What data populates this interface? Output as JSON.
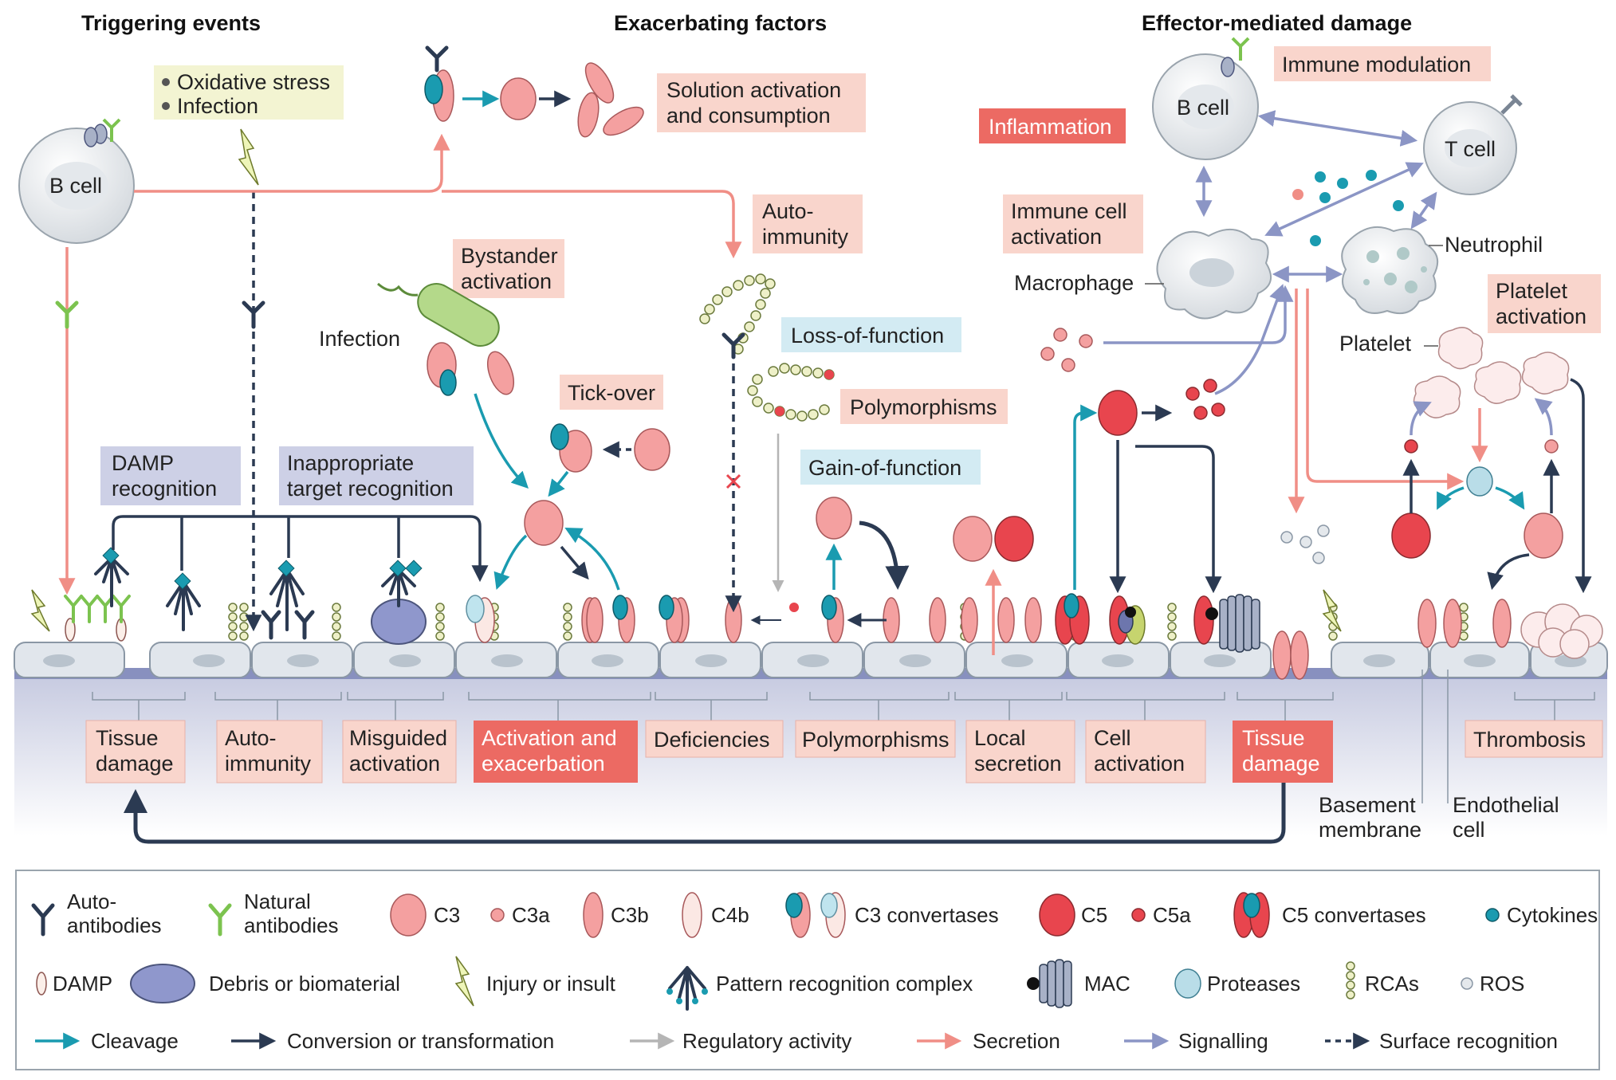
{
  "headers": {
    "triggering": "Triggering events",
    "exacerbating": "Exacerbating factors",
    "effector": "Effector-mediated damage"
  },
  "triggers": {
    "oxidative": "Oxidative stress",
    "infection": "Infection"
  },
  "cells": {
    "bcell_left": "B cell",
    "bcell_right": "B cell",
    "tcell": "T cell",
    "macrophage": "Macrophage",
    "neutrophil": "Neutrophil",
    "platelet": "Platelet"
  },
  "labels": {
    "solution_1": "Solution activation",
    "solution_2": "and consumption",
    "auto_1": "Auto-",
    "auto_2": "immunity",
    "bystander_1": "Bystander",
    "bystander_2": "activation",
    "infection": "Infection",
    "tickover": "Tick-over",
    "lof": "Loss-of-function",
    "polymorphisms": "Polymorphisms",
    "gof": "Gain-of-function",
    "damp_1": "DAMP",
    "damp_2": "recognition",
    "inapp_1": "Inappropriate",
    "inapp_2": "target recognition",
    "immune_mod": "Immune modulation",
    "inflammation": "Inflammation",
    "immune_cell_1": "Immune cell",
    "immune_cell_2": "activation",
    "platelet_act_1": "Platelet",
    "platelet_act_2": "activation"
  },
  "bottom_labels": {
    "tissue_1": "Tissue",
    "tissue_2": "damage",
    "autoimm_1": "Auto-",
    "autoimm_2": "immunity",
    "misguided_1": "Misguided",
    "misguided_2": "activation",
    "actex_1": "Activation and",
    "actex_2": "exacerbation",
    "deficiencies": "Deficiencies",
    "polymorphisms": "Polymorphisms",
    "local_1": "Local",
    "local_2": "secretion",
    "cellact_1": "Cell",
    "cellact_2": "activation",
    "tissue2_1": "Tissue",
    "tissue2_2": "damage",
    "thrombosis": "Thrombosis",
    "basement_1": "Basement",
    "basement_2": "membrane",
    "endo_1": "Endothelial",
    "endo_2": "cell"
  },
  "legend": {
    "autoab_1": "Auto-",
    "autoab_2": "antibodies",
    "natab_1": "Natural",
    "natab_2": "antibodies",
    "c3": "C3",
    "c3a": "C3a",
    "c3b": "C3b",
    "c4b": "C4b",
    "c3conv": "C3 convertases",
    "c5": "C5",
    "c5a": "C5a",
    "c5conv": "C5 convertases",
    "cytokines": "Cytokines",
    "damp": "DAMP",
    "debris": "Debris or biomaterial",
    "injury": "Injury or insult",
    "prc": "Pattern recognition complex",
    "mac": "MAC",
    "proteases": "Proteases",
    "rcas": "RCAs",
    "ros": "ROS",
    "cleavage": "Cleavage",
    "conversion": "Conversion or transformation",
    "regulatory": "Regulatory activity",
    "secretion": "Secretion",
    "signalling": "Signalling",
    "surface": "Surface recognition"
  },
  "colors": {
    "label_fill": "#f9d5cc",
    "label_dark": "#ec6a63",
    "blue_label": "#d3ebf3",
    "purple_label": "#cdd0e6",
    "yellow_label": "#f3f4d2",
    "c3": "#f4a0a0",
    "c5": "#e8454e",
    "teal": "#1a9bb0",
    "navy": "#2b3a52",
    "secretion": "#f08e86",
    "signalling": "#8b95c5",
    "green": "#7cc34f"
  }
}
